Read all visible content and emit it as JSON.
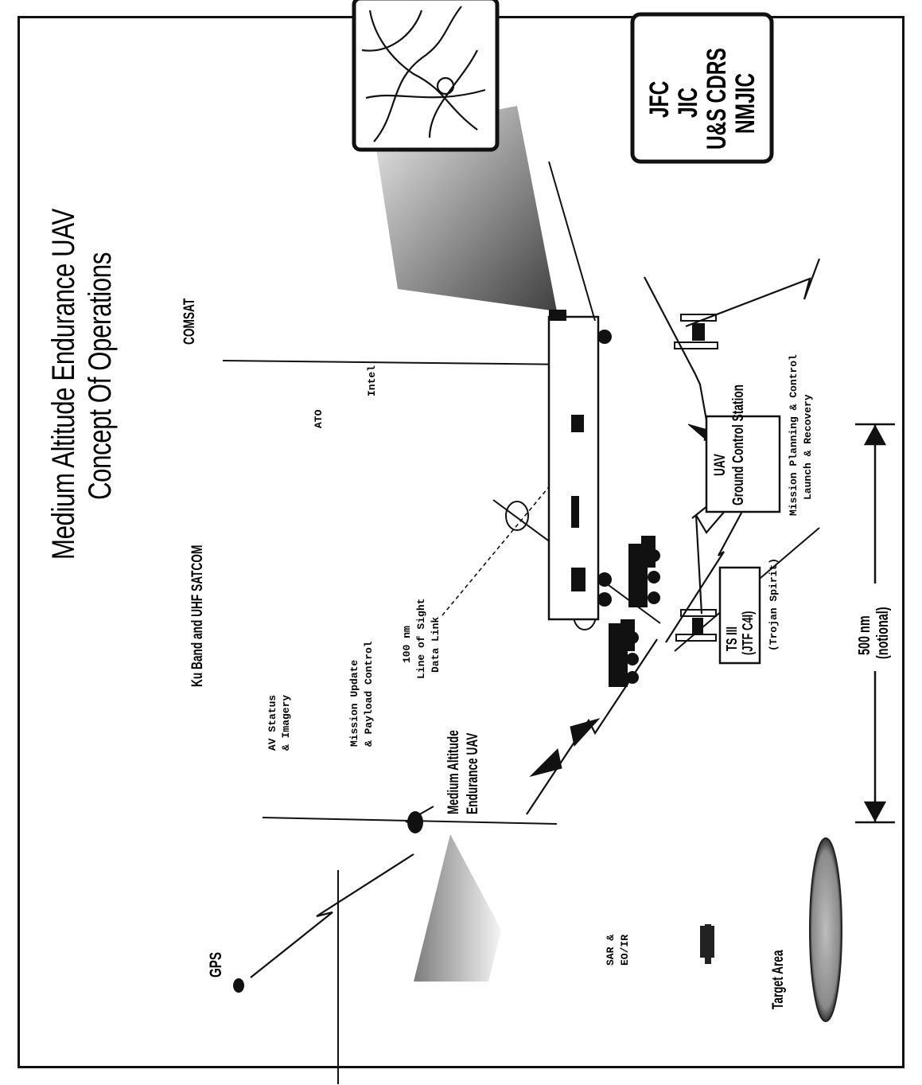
{
  "title": {
    "line1": "Medium Altitude Endurance UAV",
    "line2": "Concept Of Operations"
  },
  "nodes": {
    "gps": "GPS",
    "uav_line1": "Medium Altitude",
    "uav_line2": "Endurance UAV",
    "ku_satcom": "Ku Band and UHF SATCOM",
    "comsat": "COMSAT",
    "target": "Target Area",
    "sensor_line1": "SAR &",
    "sensor_line2": "EO/IR"
  },
  "links": {
    "av_status_1": "AV Status",
    "av_status_2": "& Imagery",
    "mission_update_1": "Mission Update",
    "mission_update_2": "& Payload Control",
    "los_1": "100 nm",
    "los_2": "Line of Sight",
    "los_3": "Data Link",
    "ato": "ATO",
    "intel": "Intel"
  },
  "stations": {
    "tsiii_1": "TS III",
    "tsiii_2": "(JTF C4I)",
    "trojan": "(Trojan Spirit)",
    "gcs_1": "UAV",
    "gcs_2": "Ground Control Station",
    "gcs_note_1": "Mission Planning & Control",
    "gcs_note_2": "Launch & Recovery"
  },
  "commands": [
    "JFC",
    "JIC",
    "U&S CDRS",
    "NMJIC"
  ],
  "distance": {
    "value": "500 nm",
    "note": "(notional)"
  }
}
